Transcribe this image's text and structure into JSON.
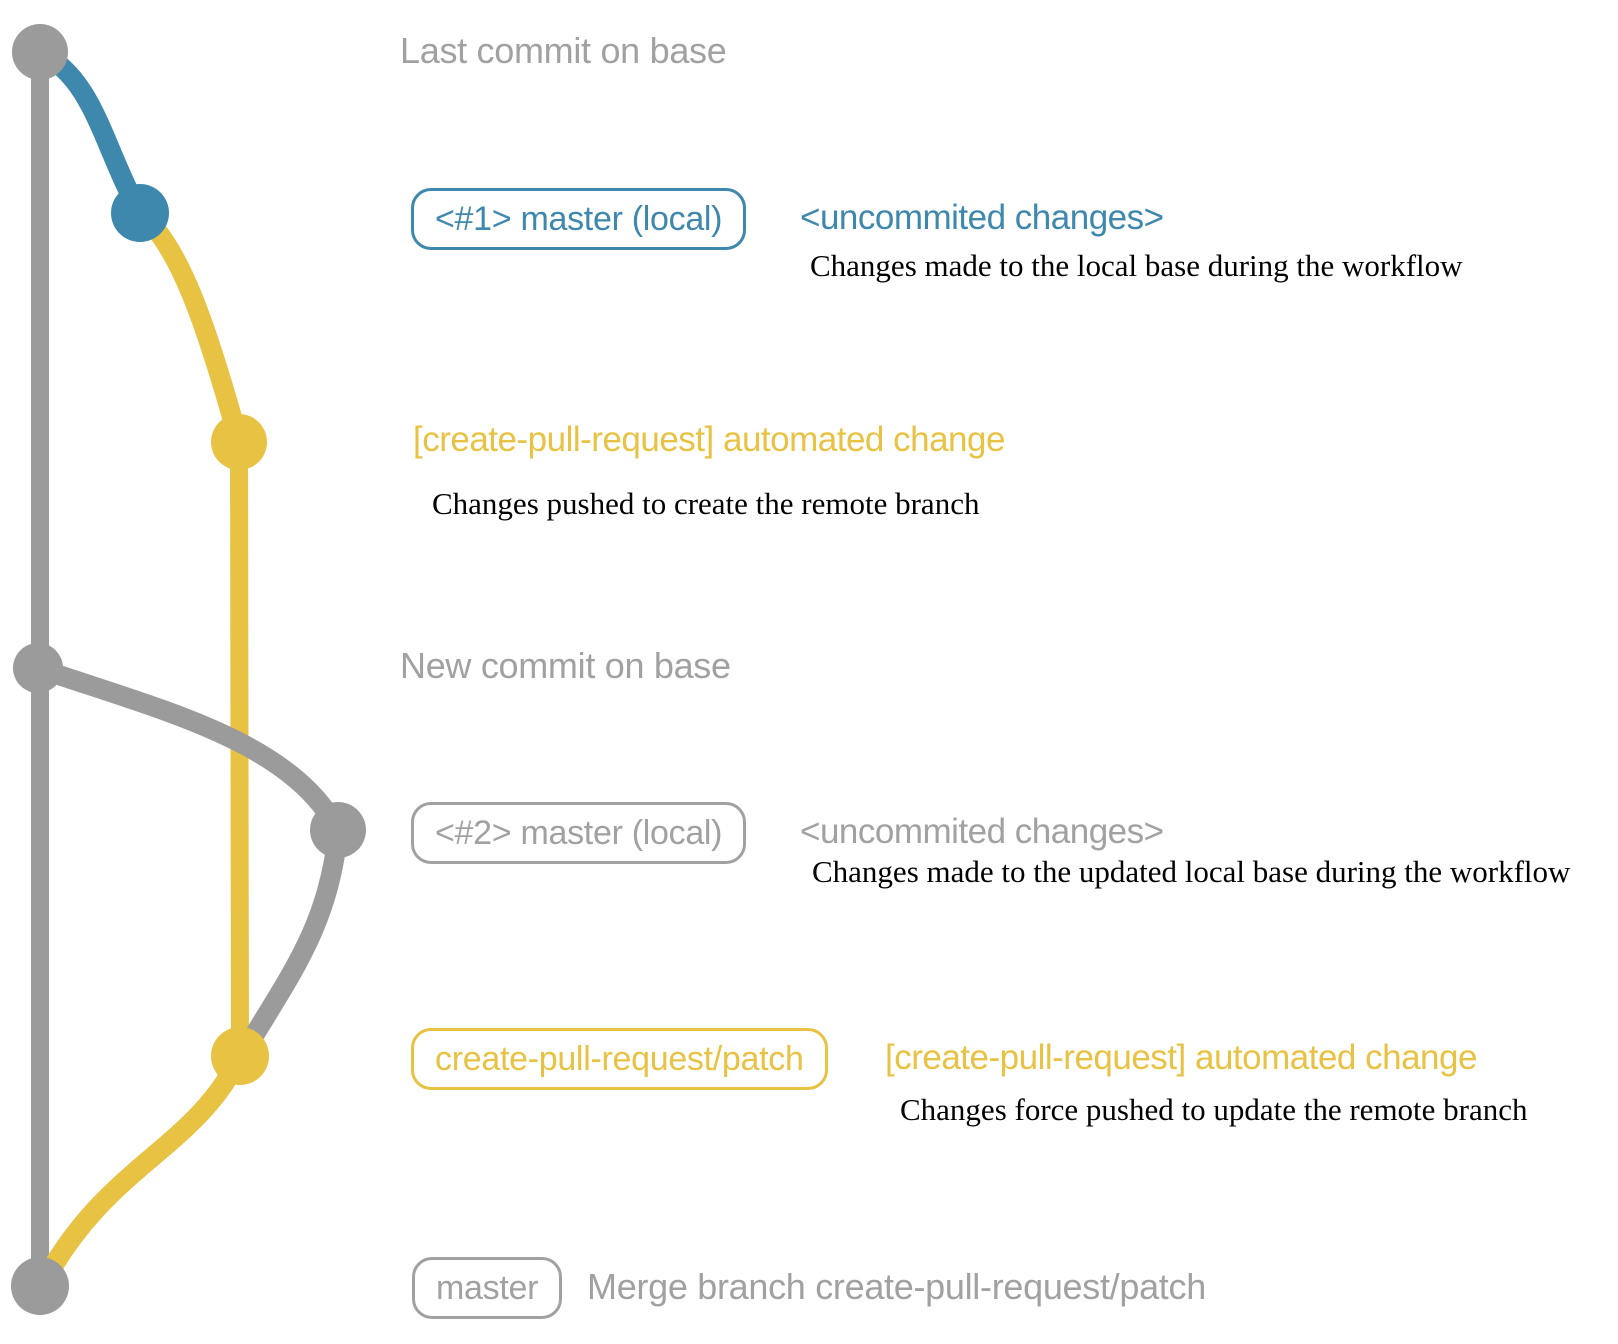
{
  "colors": {
    "gray_line": "#9b9b9b",
    "gray_text": "#a1a1a1",
    "blue": "#3e87ad",
    "yellow": "#e8c243",
    "ink": "#000000"
  },
  "commits": [
    {
      "id": "last-commit-on-base",
      "branch_color": "gray",
      "label": "Last commit on base"
    },
    {
      "id": "local-commit-1",
      "branch_color": "blue",
      "ref_badge": "<#1> master (local)",
      "note": "<uncommited changes>",
      "description": "Changes made to the local base during the workflow"
    },
    {
      "id": "remote-patch-commit-1",
      "branch_color": "yellow",
      "note": "[create-pull-request] automated change",
      "description": "Changes pushed to create the remote branch"
    },
    {
      "id": "new-commit-on-base",
      "branch_color": "gray",
      "label": "New commit on base"
    },
    {
      "id": "local-commit-2",
      "branch_color": "gray",
      "ref_badge": "<#2> master (local)",
      "note": "<uncommited changes>",
      "description": "Changes made to the updated local base during the workflow"
    },
    {
      "id": "remote-patch-commit-2",
      "branch_color": "yellow",
      "ref_badge": "create-pull-request/patch",
      "note": "[create-pull-request] automated change",
      "description": "Changes force pushed to update the remote branch"
    },
    {
      "id": "merge-commit",
      "branch_color": "gray",
      "ref_badge": "master",
      "label": "Merge branch create-pull-request/patch"
    }
  ]
}
